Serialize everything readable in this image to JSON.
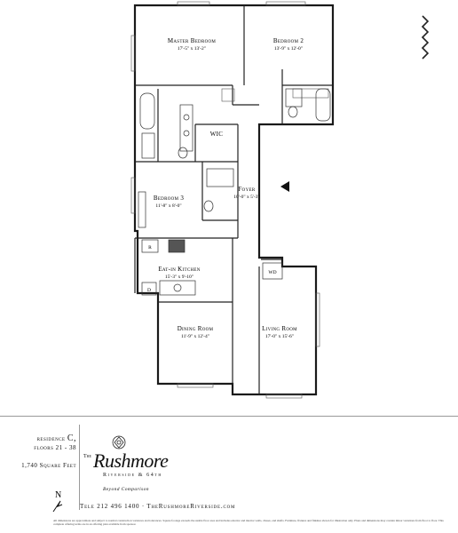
{
  "rooms": {
    "master_bedroom": {
      "name": "Master Bedroom",
      "dims": "17'-5\" x 13'-2\""
    },
    "bedroom_2": {
      "name": "Bedroom 2",
      "dims": "13'-9\" x 12'-0\""
    },
    "wic": {
      "name": "WIC"
    },
    "bedroom_3": {
      "name": "Bedroom 3",
      "dims": "11'-8\" x 8'-0\""
    },
    "foyer": {
      "name": "Foyer",
      "dims": "10'-0\" x 5'-3\""
    },
    "kitchen": {
      "name": "Eat-in Kitchen",
      "dims": "15'-3\" x 9'-10\""
    },
    "dining": {
      "name": "Dining Room",
      "dims": "11'-9\" x 12'-4\""
    },
    "living": {
      "name": "Living Room",
      "dims": "17'-0\" x 15'-6\""
    },
    "wd": {
      "name": "WD"
    },
    "refrigerator": {
      "name": "R"
    },
    "dishwasher": {
      "name": "D"
    }
  },
  "residence": {
    "line1": "residence",
    "letter": "C,",
    "floors": "floors 21 - 38",
    "area": "1,740 Square Feet"
  },
  "brand": {
    "prefix": "The",
    "name": "Rushmore",
    "tagline": "Riverside & 64th",
    "slogan": "Beyond Comparison",
    "contact": "Tele 212 496 1400 · TheRushmoreRiverside.com"
  },
  "north_label": "N",
  "disclaimer": "All dimensions are approximate and subject to normal construction variances and tolerances. Square footage exceeds the usable floor area and includes exterior and interior walls, chases, and shafts. Furniture, fixtures and finishes shown for illustration only. Plans and dimensions may contain minor variations from floor to floor. This complete offering terms are in an offering plan available from sponsor.",
  "colors": {
    "wall": "#1a1a1a",
    "line": "#333333"
  }
}
